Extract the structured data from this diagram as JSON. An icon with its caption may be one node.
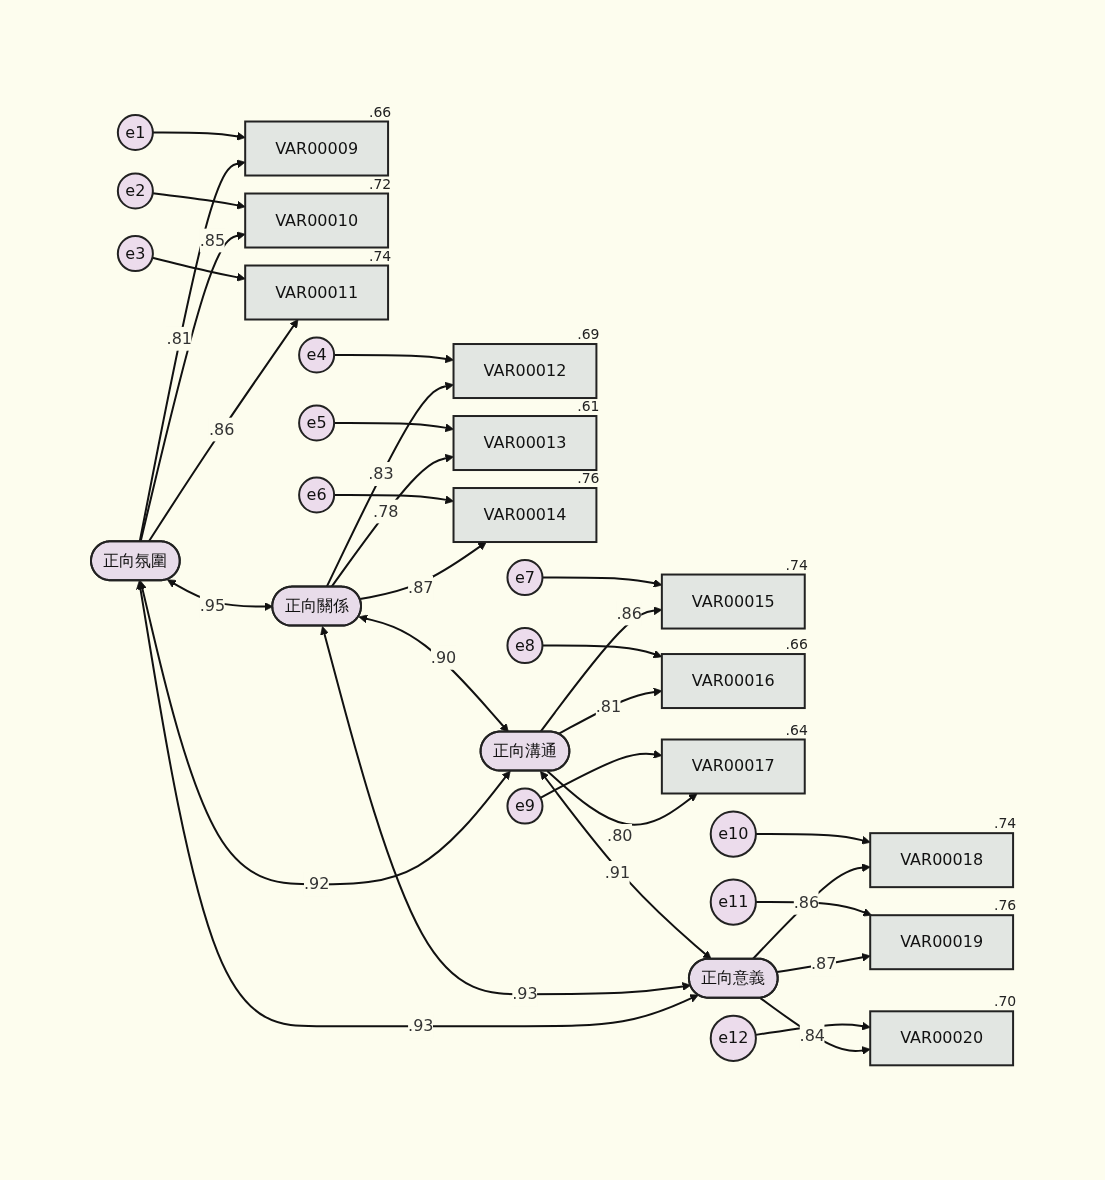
{
  "diagram": {
    "nodes": [
      {
        "text": [
          "e1"
        ]
      },
      {
        "text": [
          "e2"
        ]
      },
      {
        "text": [
          "e3"
        ]
      },
      {
        "text": [
          "VAR00009"
        ],
        "beside": [
          ".66"
        ]
      },
      {
        "text": [
          "VAR00010"
        ],
        "beside": [
          ".72"
        ]
      },
      {
        "text": [
          "VAR00011"
        ],
        "beside": [
          ".74"
        ]
      },
      {
        "text": [
          "正向氛圍"
        ]
      },
      {
        "text": [
          "e4"
        ]
      },
      {
        "text": [
          "e5"
        ]
      },
      {
        "text": [
          "e6"
        ]
      },
      {
        "text": [
          "VAR00012"
        ],
        "beside": [
          ".69"
        ]
      },
      {
        "text": [
          "VAR00013"
        ],
        "beside": [
          ".61"
        ]
      },
      {
        "text": [
          "VAR00014"
        ],
        "beside": [
          ".76"
        ]
      },
      {
        "text": [
          "正向關係"
        ]
      },
      {
        "text": [
          "e7"
        ]
      },
      {
        "text": [
          "e8"
        ]
      },
      {
        "text": [
          "e9"
        ]
      },
      {
        "text": [
          "VAR00015"
        ],
        "beside": [
          ".74"
        ]
      },
      {
        "text": [
          "VAR00016"
        ],
        "beside": [
          ".66"
        ]
      },
      {
        "text": [
          "VAR00017"
        ],
        "beside": [
          ".64"
        ]
      },
      {
        "text": [
          "正向溝通"
        ]
      },
      {
        "text": [
          "e10"
        ]
      },
      {
        "text": [
          "e11"
        ]
      },
      {
        "text": [
          "e12"
        ]
      },
      {
        "text": [
          "VAR00018"
        ],
        "beside": [
          ".74"
        ]
      },
      {
        "text": [
          "VAR00019"
        ],
        "beside": [
          ".76"
        ]
      },
      {
        "text": [
          "VAR00020"
        ],
        "beside": [
          ".70"
        ]
      },
      {
        "text": [
          "正向意義"
        ]
      }
    ],
    "edges": [
      {
        "from": 0,
        "to": 3,
        "arrow": "to"
      },
      {
        "from": 1,
        "to": 4,
        "arrow": "to"
      },
      {
        "from": 2,
        "to": 5,
        "arrow": "to"
      },
      {
        "from": 6,
        "to": 3,
        "arrow": "to",
        "label": ".81"
      },
      {
        "from": 6,
        "to": 4,
        "arrow": "to",
        "label": ".85"
      },
      {
        "from": 6,
        "to": 5,
        "arrow": "to",
        "label": ".86"
      },
      {
        "from": 7,
        "to": 10,
        "arrow": "to"
      },
      {
        "from": 8,
        "to": 11,
        "arrow": "to"
      },
      {
        "from": 9,
        "to": 12,
        "arrow": "to"
      },
      {
        "from": 13,
        "to": 10,
        "arrow": "to",
        "label": ".83"
      },
      {
        "from": 13,
        "to": 11,
        "arrow": "to",
        "label": ".78"
      },
      {
        "from": 13,
        "to": 12,
        "arrow": "to",
        "label": ".87"
      },
      {
        "from": 14,
        "to": 17,
        "arrow": "to"
      },
      {
        "from": 15,
        "to": 18,
        "arrow": "to"
      },
      {
        "from": 16,
        "to": 19,
        "arrow": "to"
      },
      {
        "from": 20,
        "to": 17,
        "arrow": "to",
        "label": ".86"
      },
      {
        "from": 20,
        "to": 18,
        "arrow": "to",
        "label": ".81"
      },
      {
        "from": 20,
        "to": 19,
        "arrow": "to",
        "label": ".80"
      },
      {
        "from": 21,
        "to": 24,
        "arrow": "to"
      },
      {
        "from": 22,
        "to": 25,
        "arrow": "to"
      },
      {
        "from": 23,
        "to": 26,
        "arrow": "to"
      },
      {
        "from": 27,
        "to": 24,
        "arrow": "to",
        "label": ".86"
      },
      {
        "from": 27,
        "to": 25,
        "arrow": "to",
        "label": ".87"
      },
      {
        "from": 27,
        "to": 26,
        "arrow": "to",
        "label": ".84"
      },
      {
        "from": 6,
        "to": 13,
        "arrow": "both",
        "label": ".95"
      },
      {
        "from": 13,
        "to": 20,
        "arrow": "both",
        "label": ".90"
      },
      {
        "from": 20,
        "to": 27,
        "arrow": "both",
        "label": ".91"
      },
      {
        "from": 6,
        "to": 20,
        "arrow": "both",
        "label": ".92"
      },
      {
        "from": 13,
        "to": 27,
        "arrow": "both",
        "label": ".93"
      },
      {
        "from": 6,
        "to": 27,
        "arrow": "both",
        "label": ".93"
      }
    ]
  }
}
